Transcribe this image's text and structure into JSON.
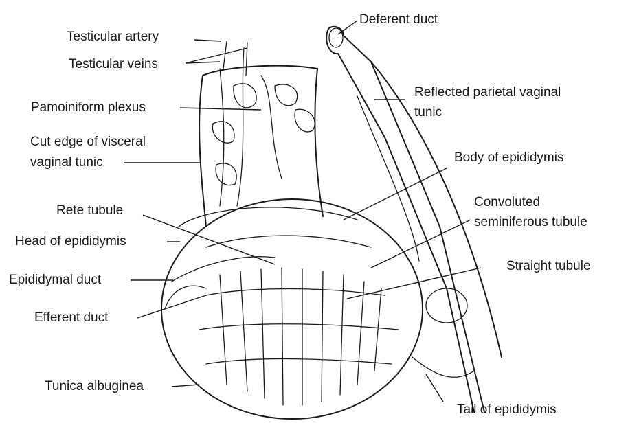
{
  "labels": {
    "testicular_artery": "Testicular artery",
    "testicular_veins": "Testicular veins",
    "pampiniform_plexus": "Pamoiniform plexus",
    "cut_edge_line1": "Cut edge of visceral",
    "cut_edge_line2": "vaginal tunic",
    "rete_tubule": "Rete tubule",
    "head_of_epididymis": "Head of epididymis",
    "epididymal_duct": "Epididymal duct",
    "efferent_duct": "Efferent duct",
    "tunica_albuginea": "Tunica albuginea",
    "deferent_duct": "Deferent duct",
    "reflected_line1": "Reflected parietal vaginal",
    "reflected_line2": "tunic",
    "body_of_epididymis": "Body of epididymis",
    "convoluted_line1": "Convoluted",
    "convoluted_line2": "seminiferous tubule",
    "straight_tubule": "Straight tubule",
    "tail_of_epididymis": "Tail of epididymis"
  }
}
